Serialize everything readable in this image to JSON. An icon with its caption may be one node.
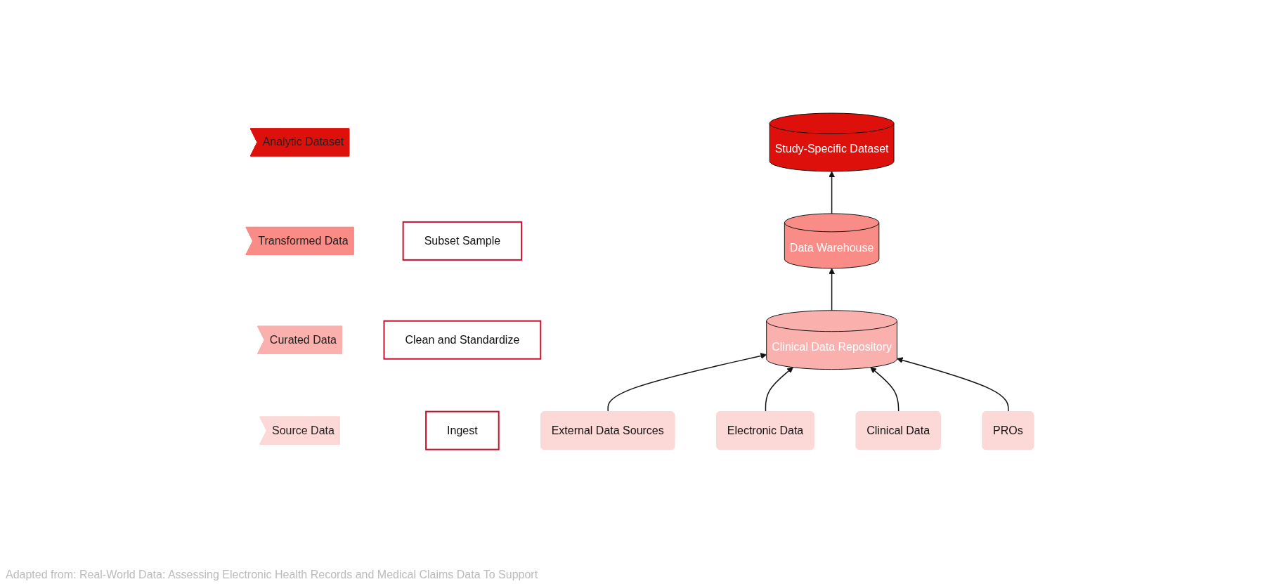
{
  "diagram": {
    "caption": "Adapted from: Real-World Data: Assessing Electronic Health Records and Medical Claims Data To Support",
    "nodes": [
      {
        "text": [
          "Analytic Dataset"
        ]
      },
      {
        "text": [
          "Transformed Data"
        ]
      },
      {
        "text": [
          "Curated Data"
        ]
      },
      {
        "text": [
          "Source Data"
        ]
      },
      {
        "text": [
          "Study-Specific Dataset"
        ]
      },
      {
        "text": [
          "Subset Sample"
        ]
      },
      {
        "text": [
          "Data Warehouse"
        ]
      },
      {
        "text": [
          "Clean and Standardize"
        ]
      },
      {
        "text": [
          "Clinical Data Repository"
        ]
      },
      {
        "text": [
          "Ingest"
        ]
      },
      {
        "text": [
          "External Data Sources"
        ]
      },
      {
        "text": [
          "Electronic Data"
        ]
      },
      {
        "text": [
          "Clinical Data"
        ]
      },
      {
        "text": [
          "PROs"
        ]
      }
    ],
    "edges": [
      {
        "from": 6,
        "to": 4,
        "arrow": "to"
      },
      {
        "from": 8,
        "to": 6,
        "arrow": "to"
      },
      {
        "from": 10,
        "to": 8,
        "arrow": "to"
      },
      {
        "from": 11,
        "to": 8,
        "arrow": "to"
      },
      {
        "from": 12,
        "to": 8,
        "arrow": "to"
      },
      {
        "from": 13,
        "to": 8,
        "arrow": "to"
      }
    ]
  }
}
